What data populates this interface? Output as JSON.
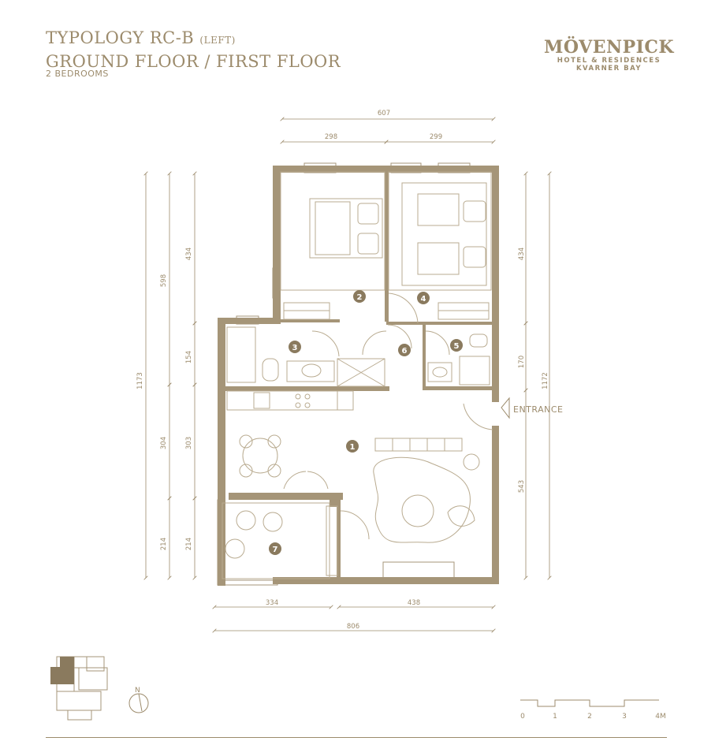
{
  "header": {
    "title_line1": "TYPOLOGY RC-B",
    "title_line1_small": "(LEFT)",
    "title_line2": "GROUND FLOOR / FIRST FLOOR",
    "subtitle": "2 BEDROOMS"
  },
  "brand": {
    "name": "MÖVENPICK",
    "line1": "HOTEL & RESIDENCES",
    "line2": "KVARNER BAY"
  },
  "dimensions": {
    "top_total": "607",
    "top_left": "298",
    "top_right": "299",
    "left_total": "1173",
    "left_598": "598",
    "left_434": "434",
    "left_154": "154",
    "left_304": "304",
    "left_303": "303",
    "left_214a": "214",
    "left_214b": "214",
    "right_total": "1172",
    "right_434": "434",
    "right_170": "170",
    "right_543": "543",
    "bottom_left": "334",
    "bottom_right": "438",
    "bottom_total": "806"
  },
  "rooms": [
    "1",
    "2",
    "3",
    "4",
    "5",
    "6",
    "7"
  ],
  "entrance_label": "ENTRANCE",
  "compass_label": "N",
  "scale": {
    "labels": [
      "0",
      "1",
      "2",
      "3",
      "4M"
    ]
  },
  "colors": {
    "wall": "#a59578",
    "line": "#b9ab90",
    "text": "#9c8b6c",
    "badge": "#8a7a5e"
  }
}
